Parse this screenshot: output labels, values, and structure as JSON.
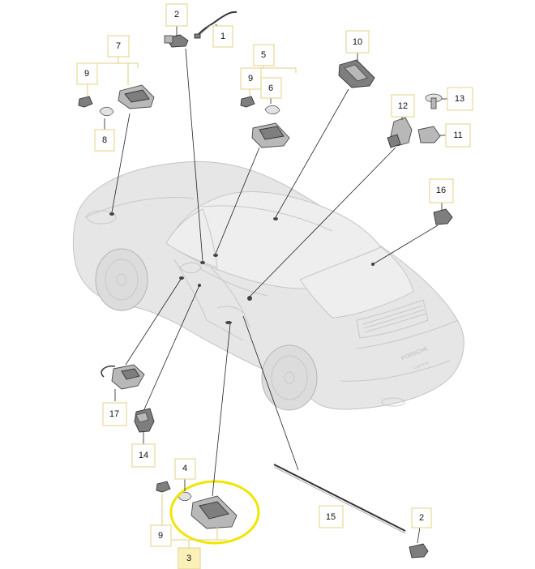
{
  "callouts": [
    {
      "id": "c1",
      "label": "1"
    },
    {
      "id": "c2a",
      "label": "2"
    },
    {
      "id": "c2b",
      "label": "2"
    },
    {
      "id": "c3",
      "label": "3"
    },
    {
      "id": "c4",
      "label": "4"
    },
    {
      "id": "c5",
      "label": "5"
    },
    {
      "id": "c6",
      "label": "6"
    },
    {
      "id": "c7",
      "label": "7"
    },
    {
      "id": "c8",
      "label": "8"
    },
    {
      "id": "c9a",
      "label": "9"
    },
    {
      "id": "c9b",
      "label": "9"
    },
    {
      "id": "c9c",
      "label": "9"
    },
    {
      "id": "c10",
      "label": "10"
    },
    {
      "id": "c11",
      "label": "11"
    },
    {
      "id": "c12",
      "label": "12"
    },
    {
      "id": "c13",
      "label": "13"
    },
    {
      "id": "c14",
      "label": "14"
    },
    {
      "id": "c15",
      "label": "15"
    },
    {
      "id": "c16",
      "label": "16"
    },
    {
      "id": "c17",
      "label": "17"
    }
  ],
  "car_badge": {
    "brand": "PORSCHE",
    "model": "Carrera"
  },
  "colors": {
    "callout_border": "#e9d89a",
    "highlight_fill": "#fbf0b8",
    "highlight_ellipse": "#f0e600"
  }
}
